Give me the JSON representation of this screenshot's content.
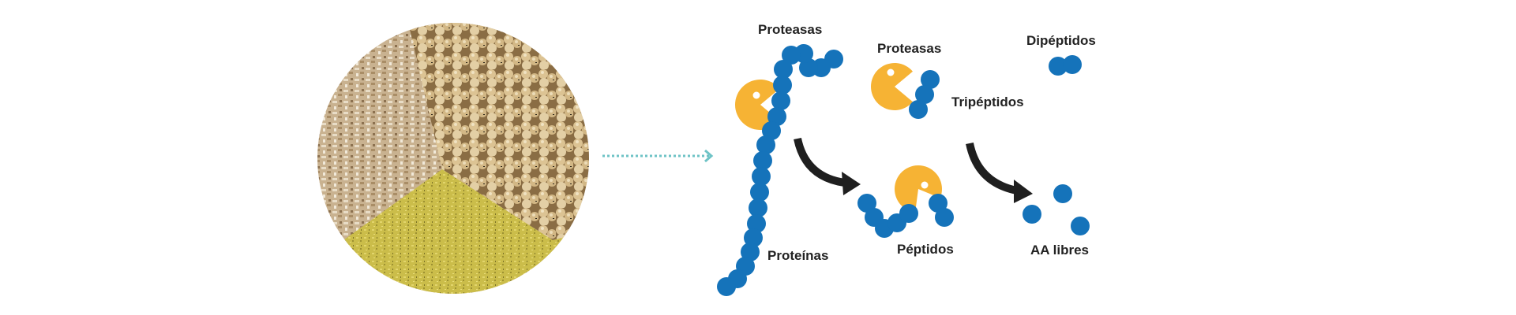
{
  "colors": {
    "enzyme": "#F6B334",
    "amino_acid": "#1573BA",
    "arrow": "#1f1f1f",
    "connector": "#6EC3C6",
    "eye": "#ffffff",
    "label": "#222222"
  },
  "source_image": {
    "description": "Circular photo of protein feed ingredients: meal flakes, soybeans, and yellow ground meal"
  },
  "labels": {
    "proteases_1": "Proteasas",
    "proteins": "Proteínas",
    "proteases_2": "Proteasas",
    "tripeptides": "Tripéptidos",
    "dipeptides": "Dipéptidos",
    "peptides": "Péptidos",
    "free_aa": "AA libres"
  },
  "icons": {
    "enzyme": "pacman-enzyme-icon",
    "amino_acid": "bead-icon",
    "arrow": "curved-arrow-icon",
    "connector": "dotted-arrow-icon"
  }
}
